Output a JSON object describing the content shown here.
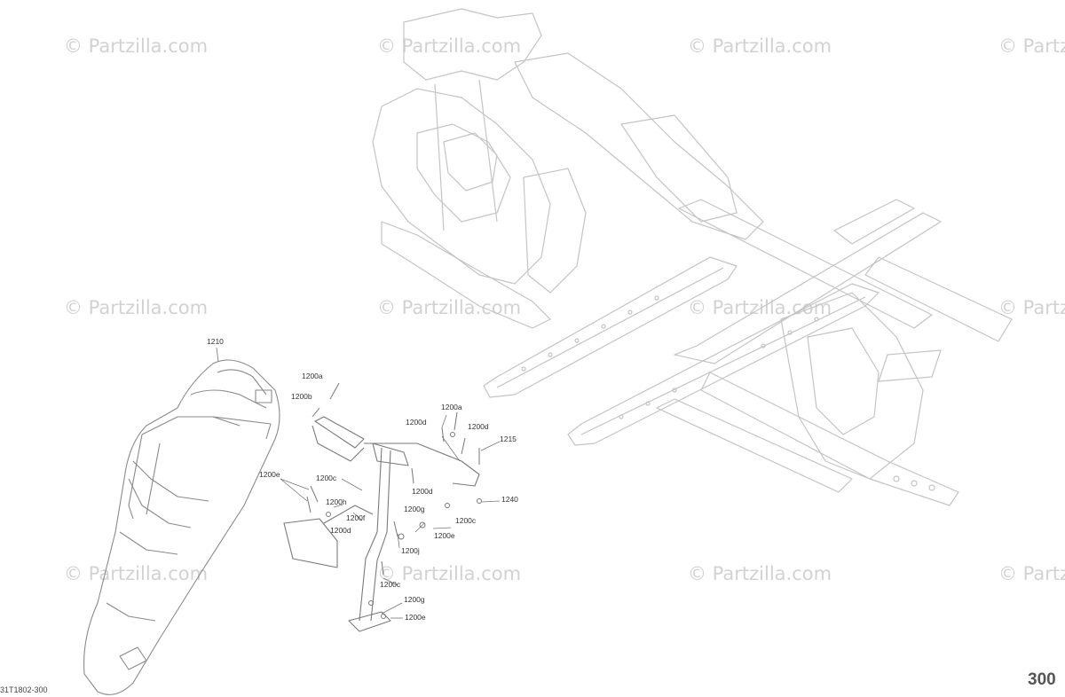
{
  "watermark": "© Partzilla.com",
  "callouts": {
    "c1210": "1210",
    "c1200a_1": "1200a",
    "c1200b": "1200b",
    "c1200d_1": "1200d",
    "c1200a_2": "1200a",
    "c1200d_2": "1200d",
    "c1215": "1215",
    "c1200e_1": "1200e",
    "c1200c_1": "1200c",
    "c1200d_3": "1200d",
    "c1200h": "1200h",
    "c1200f": "1200f",
    "c1200d_4": "1200d",
    "c1200g_1": "1200g",
    "c1200c_2": "1200c",
    "c1240": "1240",
    "c1200e_2": "1200e",
    "c1200j": "1200j",
    "c1200c_3": "1200c",
    "c1200g_2": "1200g",
    "c1200e_3": "1200e"
  },
  "footer": {
    "ref_code": "31T1802-300",
    "page_number": "300"
  }
}
